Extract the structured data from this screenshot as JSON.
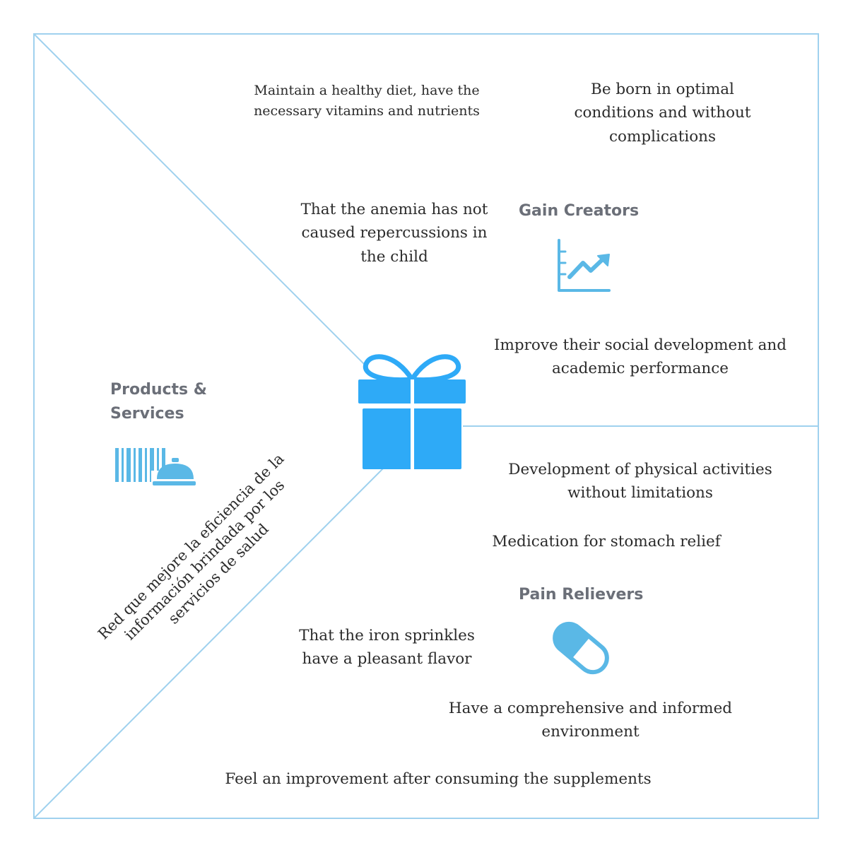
{
  "headings": {
    "gain_creators": "Gain Creators",
    "products_services": "Products & Services",
    "pain_relievers": "Pain Relievers"
  },
  "gain_creators": [
    "Maintain a healthy diet, have the necessary vitamins and nutrients",
    "Be born in optimal conditions and without complications",
    "That the anemia has not caused repercussions in the child",
    "Improve their social development and academic performance"
  ],
  "products_services": [
    "Red que mejore la eficiencia de la información brindada por los servicios de salud"
  ],
  "pain_relievers": [
    "Development of physical activities without limitations",
    "Medication for stomach relief",
    "That the iron sprinkles have a pleasant flavor",
    "Have a comprehensive and informed environment",
    "Feel an improvement after consuming the supplements"
  ],
  "icons": {
    "gift": "gift-icon",
    "chart": "trend-chart-icon",
    "products": "barcode-cloche-icon",
    "pill": "pill-icon"
  },
  "colors": {
    "frame_line": "#9fd1ee",
    "gift": "#2eaaf7",
    "icon": "#5ab8e6",
    "heading": "#6b6f78",
    "text": "#2b2b2b"
  }
}
